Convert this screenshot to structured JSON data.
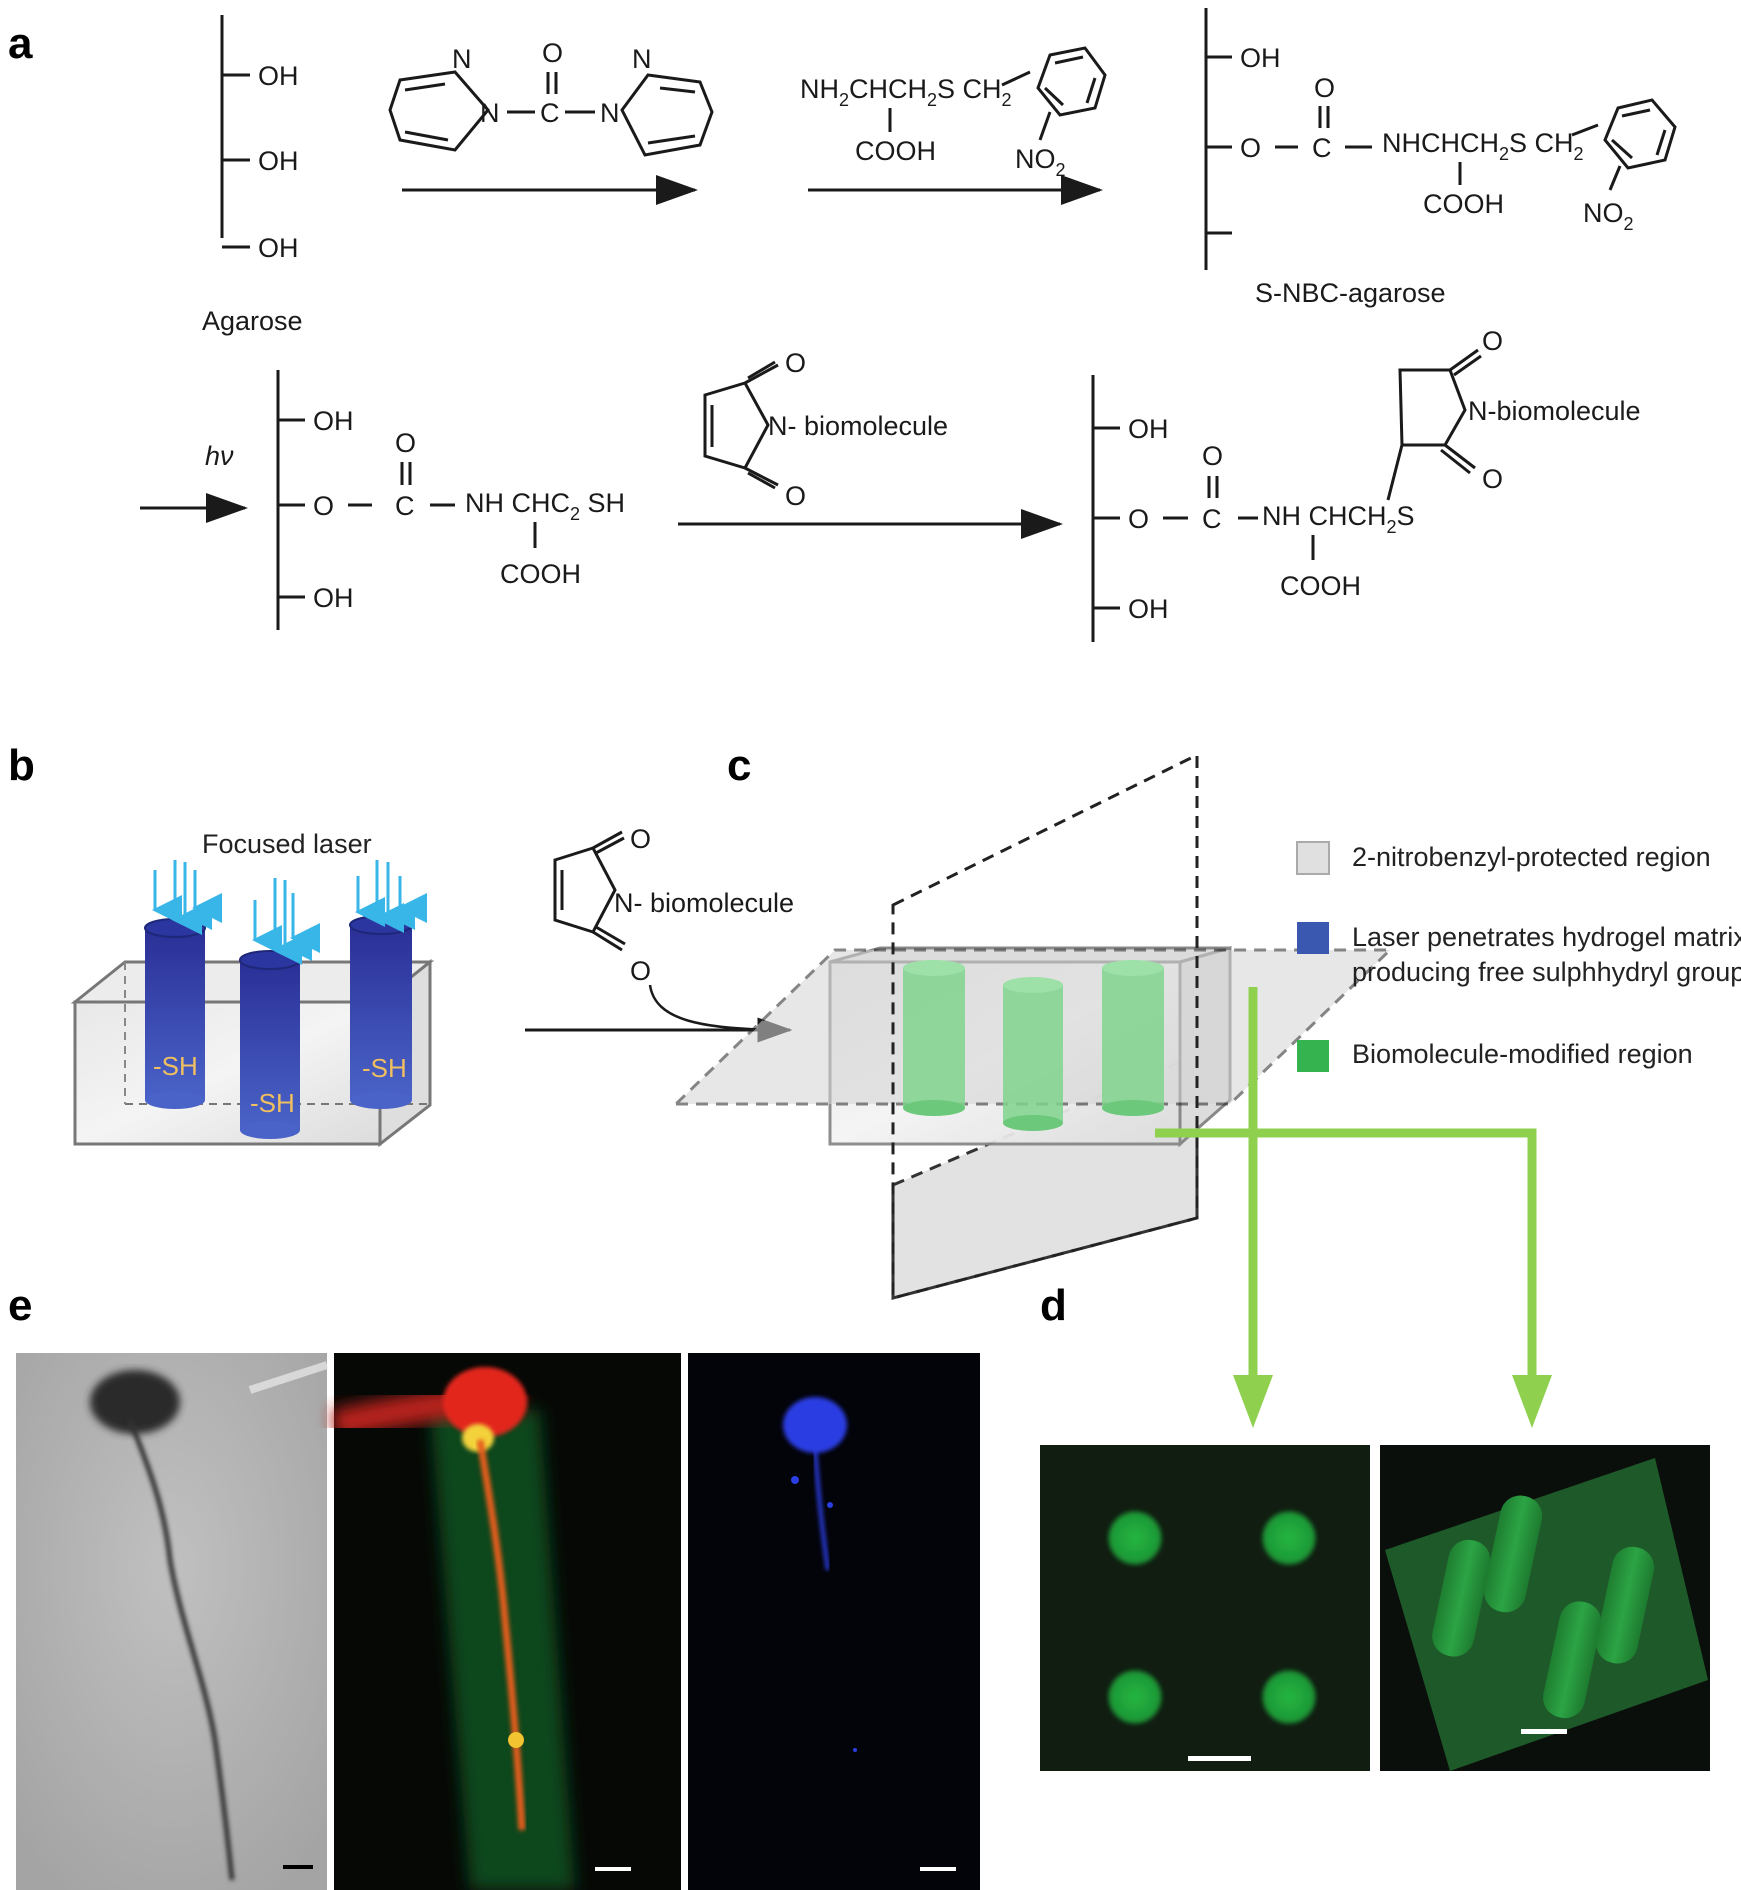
{
  "panels": {
    "a": "a",
    "b": "b",
    "c": "c",
    "d": "d",
    "e": "e"
  },
  "scheme": {
    "oh": "OH",
    "o": "O",
    "c": "C",
    "n": "N",
    "agarose": "Agarose",
    "snbc_agarose": "S-NBC-agarose",
    "reagent2_nh2": "NH",
    "reagent2_chain": "CHCH",
    "reagent2_s": "S CH",
    "cooh": "COOH",
    "no2": "NO",
    "sub2": "2",
    "nhchch": "NHCHCH",
    "hv": "hν",
    "nh_chc": "NH CHC",
    "sh_tail": " SH",
    "nh_chch": "NH CHCH",
    "s": "S",
    "n_biomolecule_short": "N- biomolecule",
    "n_biomolecule": "N-biomolecule"
  },
  "panel_b": {
    "focused_laser": "Focused laser",
    "sh_label": "-SH"
  },
  "legend": {
    "items": [
      {
        "label": "2-nitrobenzyl-protected region",
        "color": "#e2e2e2"
      },
      {
        "label": "Laser penetrates hydrogel matrix,",
        "label2": "producing free sulphhydryl groups",
        "color": "#3b58b0"
      },
      {
        "label": "Biomolecule-modified region",
        "color": "#35b34f"
      }
    ]
  },
  "colors": {
    "laser_arrow": "#39b6e8",
    "column_blue": "#3240a6",
    "column_green": "#80d890",
    "arrow_green": "#8fd14f"
  }
}
